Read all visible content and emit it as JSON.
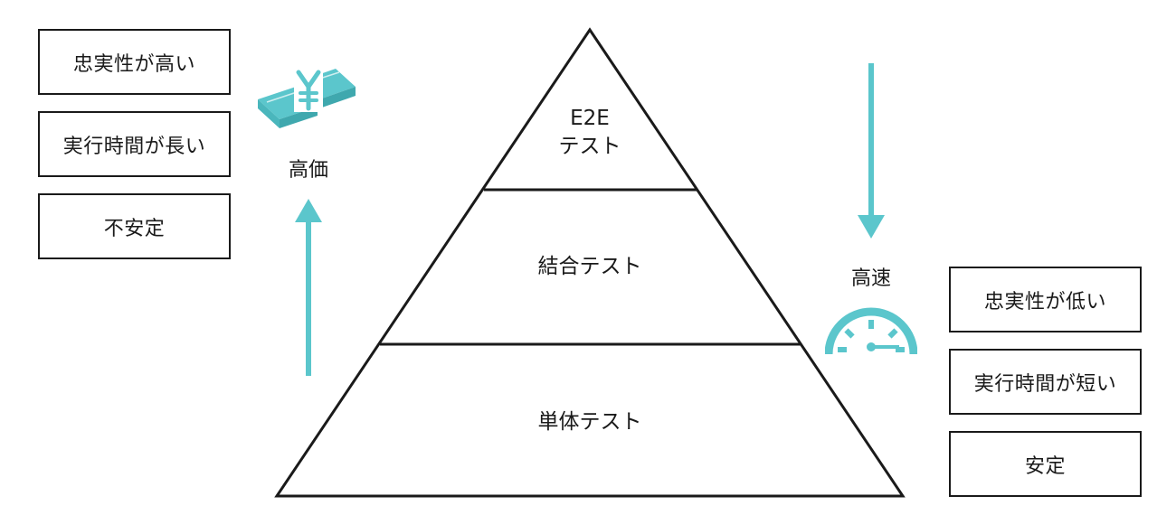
{
  "pyramid": {
    "tiers": [
      {
        "line1": "E2E",
        "line2": "テスト"
      },
      {
        "line1": "結合テスト"
      },
      {
        "line1": "単体テスト"
      }
    ]
  },
  "top_side": {
    "boxes": [
      "忠実性が高い",
      "実行時間が長い",
      "不安定"
    ],
    "caption": "高価",
    "icon": "yen-money-stack-icon"
  },
  "bottom_side": {
    "boxes": [
      "忠実性が低い",
      "実行時間が短い",
      "安定"
    ],
    "caption": "高速",
    "icon": "speedometer-icon"
  },
  "colors": {
    "accent": "#5bc6cc",
    "line": "#1a1a1a"
  }
}
